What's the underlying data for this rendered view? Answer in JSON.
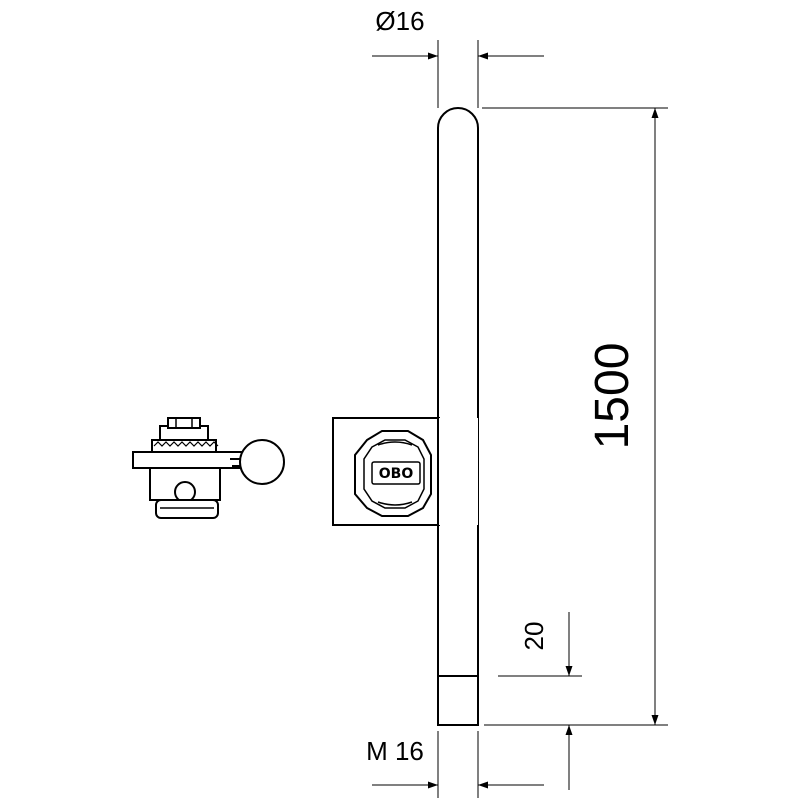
{
  "dimensions": {
    "diameter_label": "Ø16",
    "length_label": "1500",
    "thread_length_label": "20",
    "thread_label": "M 16"
  },
  "clamp": {
    "logo_text": "OBO"
  },
  "colors": {
    "line": "#000000",
    "background": "#ffffff"
  }
}
